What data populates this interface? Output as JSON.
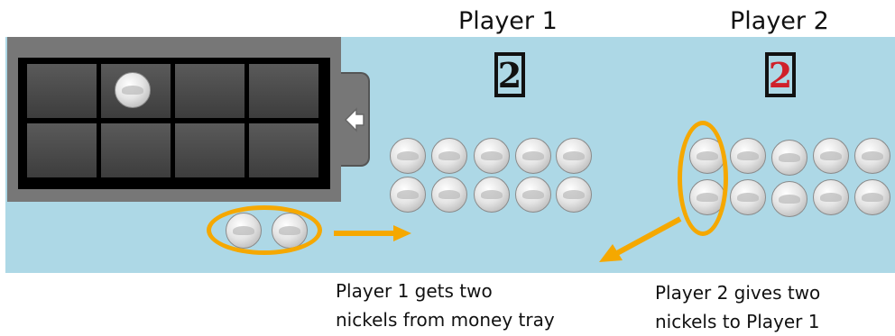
{
  "players": [
    {
      "label": "Player 1",
      "count": "2",
      "count_color": "#111111"
    },
    {
      "label": "Player 2",
      "count": "2",
      "count_color": "#d0202a"
    }
  ],
  "captions": {
    "player1": {
      "line1": "Player 1 gets two",
      "line2": "nickels from money tray"
    },
    "player2": {
      "line1": "Player 2 gives two",
      "line2": "nickels to Player 1"
    }
  },
  "tray": {
    "slots": 8,
    "coins_in_slots": 1
  },
  "coins": {
    "player1_count": 10,
    "player2_count": 10,
    "moving_from_tray": 2
  },
  "colors": {
    "board": "#add8e6",
    "highlight": "#f5a800",
    "tray": "#777777"
  },
  "icons": {
    "tray_tab": "left-arrow-icon",
    "coin": "nickel-coin-icon"
  }
}
